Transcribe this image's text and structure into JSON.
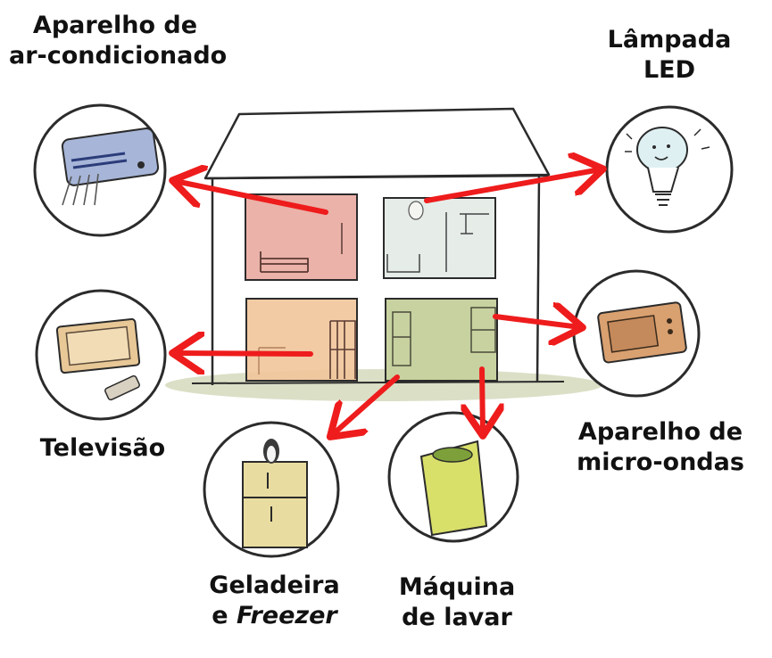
{
  "labels": {
    "air_conditioner": {
      "line1": "Aparelho de",
      "line2": "ar-condicionado"
    },
    "led_lamp": {
      "line1": "Lâmpada",
      "line2": "LED"
    },
    "television": {
      "line1": "Televisão"
    },
    "microwave": {
      "line1": "Aparelho de",
      "line2": "micro-ondas"
    },
    "fridge": {
      "line1": "Geladeira",
      "line2_prefix": "e ",
      "line2_italic": "Freezer"
    },
    "washing_machine": {
      "line1": "Máquina",
      "line2": "de lavar"
    }
  },
  "colors": {
    "arrow": "#ee1c1c",
    "outline": "#2b2b2b",
    "bedroom": "#e8a49a",
    "bathroom": "#e6ece8",
    "living_room": "#f1c59a",
    "kitchen": "#c7d2a0",
    "ground": "#d7dcc0",
    "washer": "#d9e06a",
    "fridge": "#e9dca0",
    "microwave": "#d9a070",
    "tv": "#e8c897",
    "ac": "#a7b5d8"
  }
}
